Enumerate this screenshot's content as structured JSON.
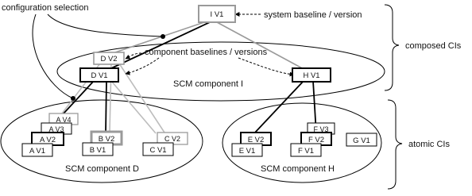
{
  "labels": {
    "configuration_selection": "configuration selection",
    "system_baseline": "system baseline / version",
    "component_baselines": "component baselines / versions",
    "scm_component_i": "SCM component I",
    "scm_component_d": "SCM component D",
    "scm_component_h": "SCM component H",
    "composed_cis": "composed CIs",
    "atomic_cis": "atomic CIs"
  },
  "versions": {
    "iv1": "I V1",
    "dv2": "D V2",
    "dv1": "D V1",
    "hv1": "H V1",
    "av4": "A V4",
    "av3": "A V3",
    "av2": "A V2",
    "av1": "A V1",
    "bv2": "B V2",
    "bv1": "B V1",
    "cv2": "C V2",
    "cv1": "C V1",
    "ev2": "E V2",
    "ev1": "E V1",
    "fv3": "F V3",
    "fv2": "F V2",
    "fv1": "F V1",
    "gv1": "G V1"
  },
  "colors": {
    "line": "#000000",
    "grey_line": "#9a9a9a",
    "light_grey": "#bdbdbd"
  }
}
